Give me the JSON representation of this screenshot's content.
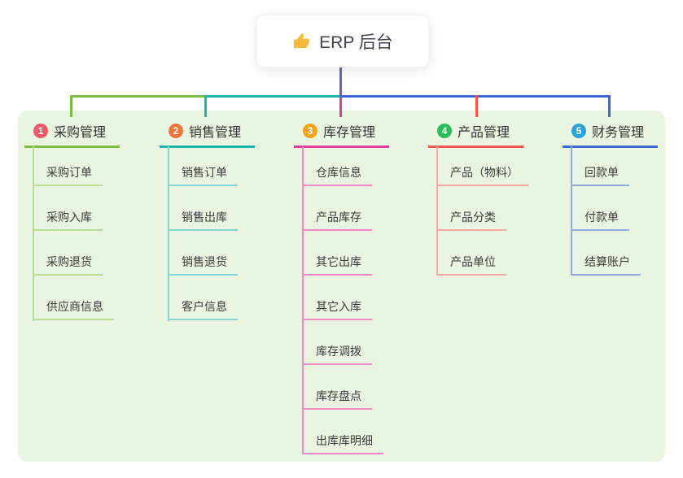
{
  "root": {
    "icon": "thumbs-up",
    "title": "ERP 后台"
  },
  "colors": {
    "trunk": "#5c68c5",
    "panel": "#e9f5e1",
    "icon_gold": "#f6b93b"
  },
  "branches": [
    {
      "num": "1",
      "title": "采购管理",
      "colors": {
        "badge": "#f1596c",
        "line": "#7cbe41",
        "light": "#b8dd92"
      },
      "children": [
        "采购订单",
        "采购入库",
        "采购退货",
        "供应商信息"
      ]
    },
    {
      "num": "2",
      "title": "销售管理",
      "colors": {
        "badge": "#f2763b",
        "line": "#1ab5ab",
        "light": "#80d9d1"
      },
      "children": [
        "销售订单",
        "销售出库",
        "销售退货",
        "客户信息"
      ]
    },
    {
      "num": "3",
      "title": "库存管理",
      "colors": {
        "badge": "#f7a416",
        "line": "#e23c9e",
        "light": "#f28ac5"
      },
      "children": [
        "仓库信息",
        "产品库存",
        "其它出库",
        "其它入库",
        "库存调拨",
        "库存盘点",
        "出库库明细"
      ]
    },
    {
      "num": "4",
      "title": "产品管理",
      "colors": {
        "badge": "#2bbd55",
        "line": "#f25452",
        "light": "#f8aaa5"
      },
      "children": [
        "产品（物料）",
        "产品分类",
        "产品单位"
      ]
    },
    {
      "num": "5",
      "title": "财务管理",
      "colors": {
        "badge": "#2ba2db",
        "line": "#3d68d8",
        "light": "#92a8e0"
      },
      "children": [
        "回款单",
        "付款单",
        "结算账户"
      ]
    }
  ]
}
